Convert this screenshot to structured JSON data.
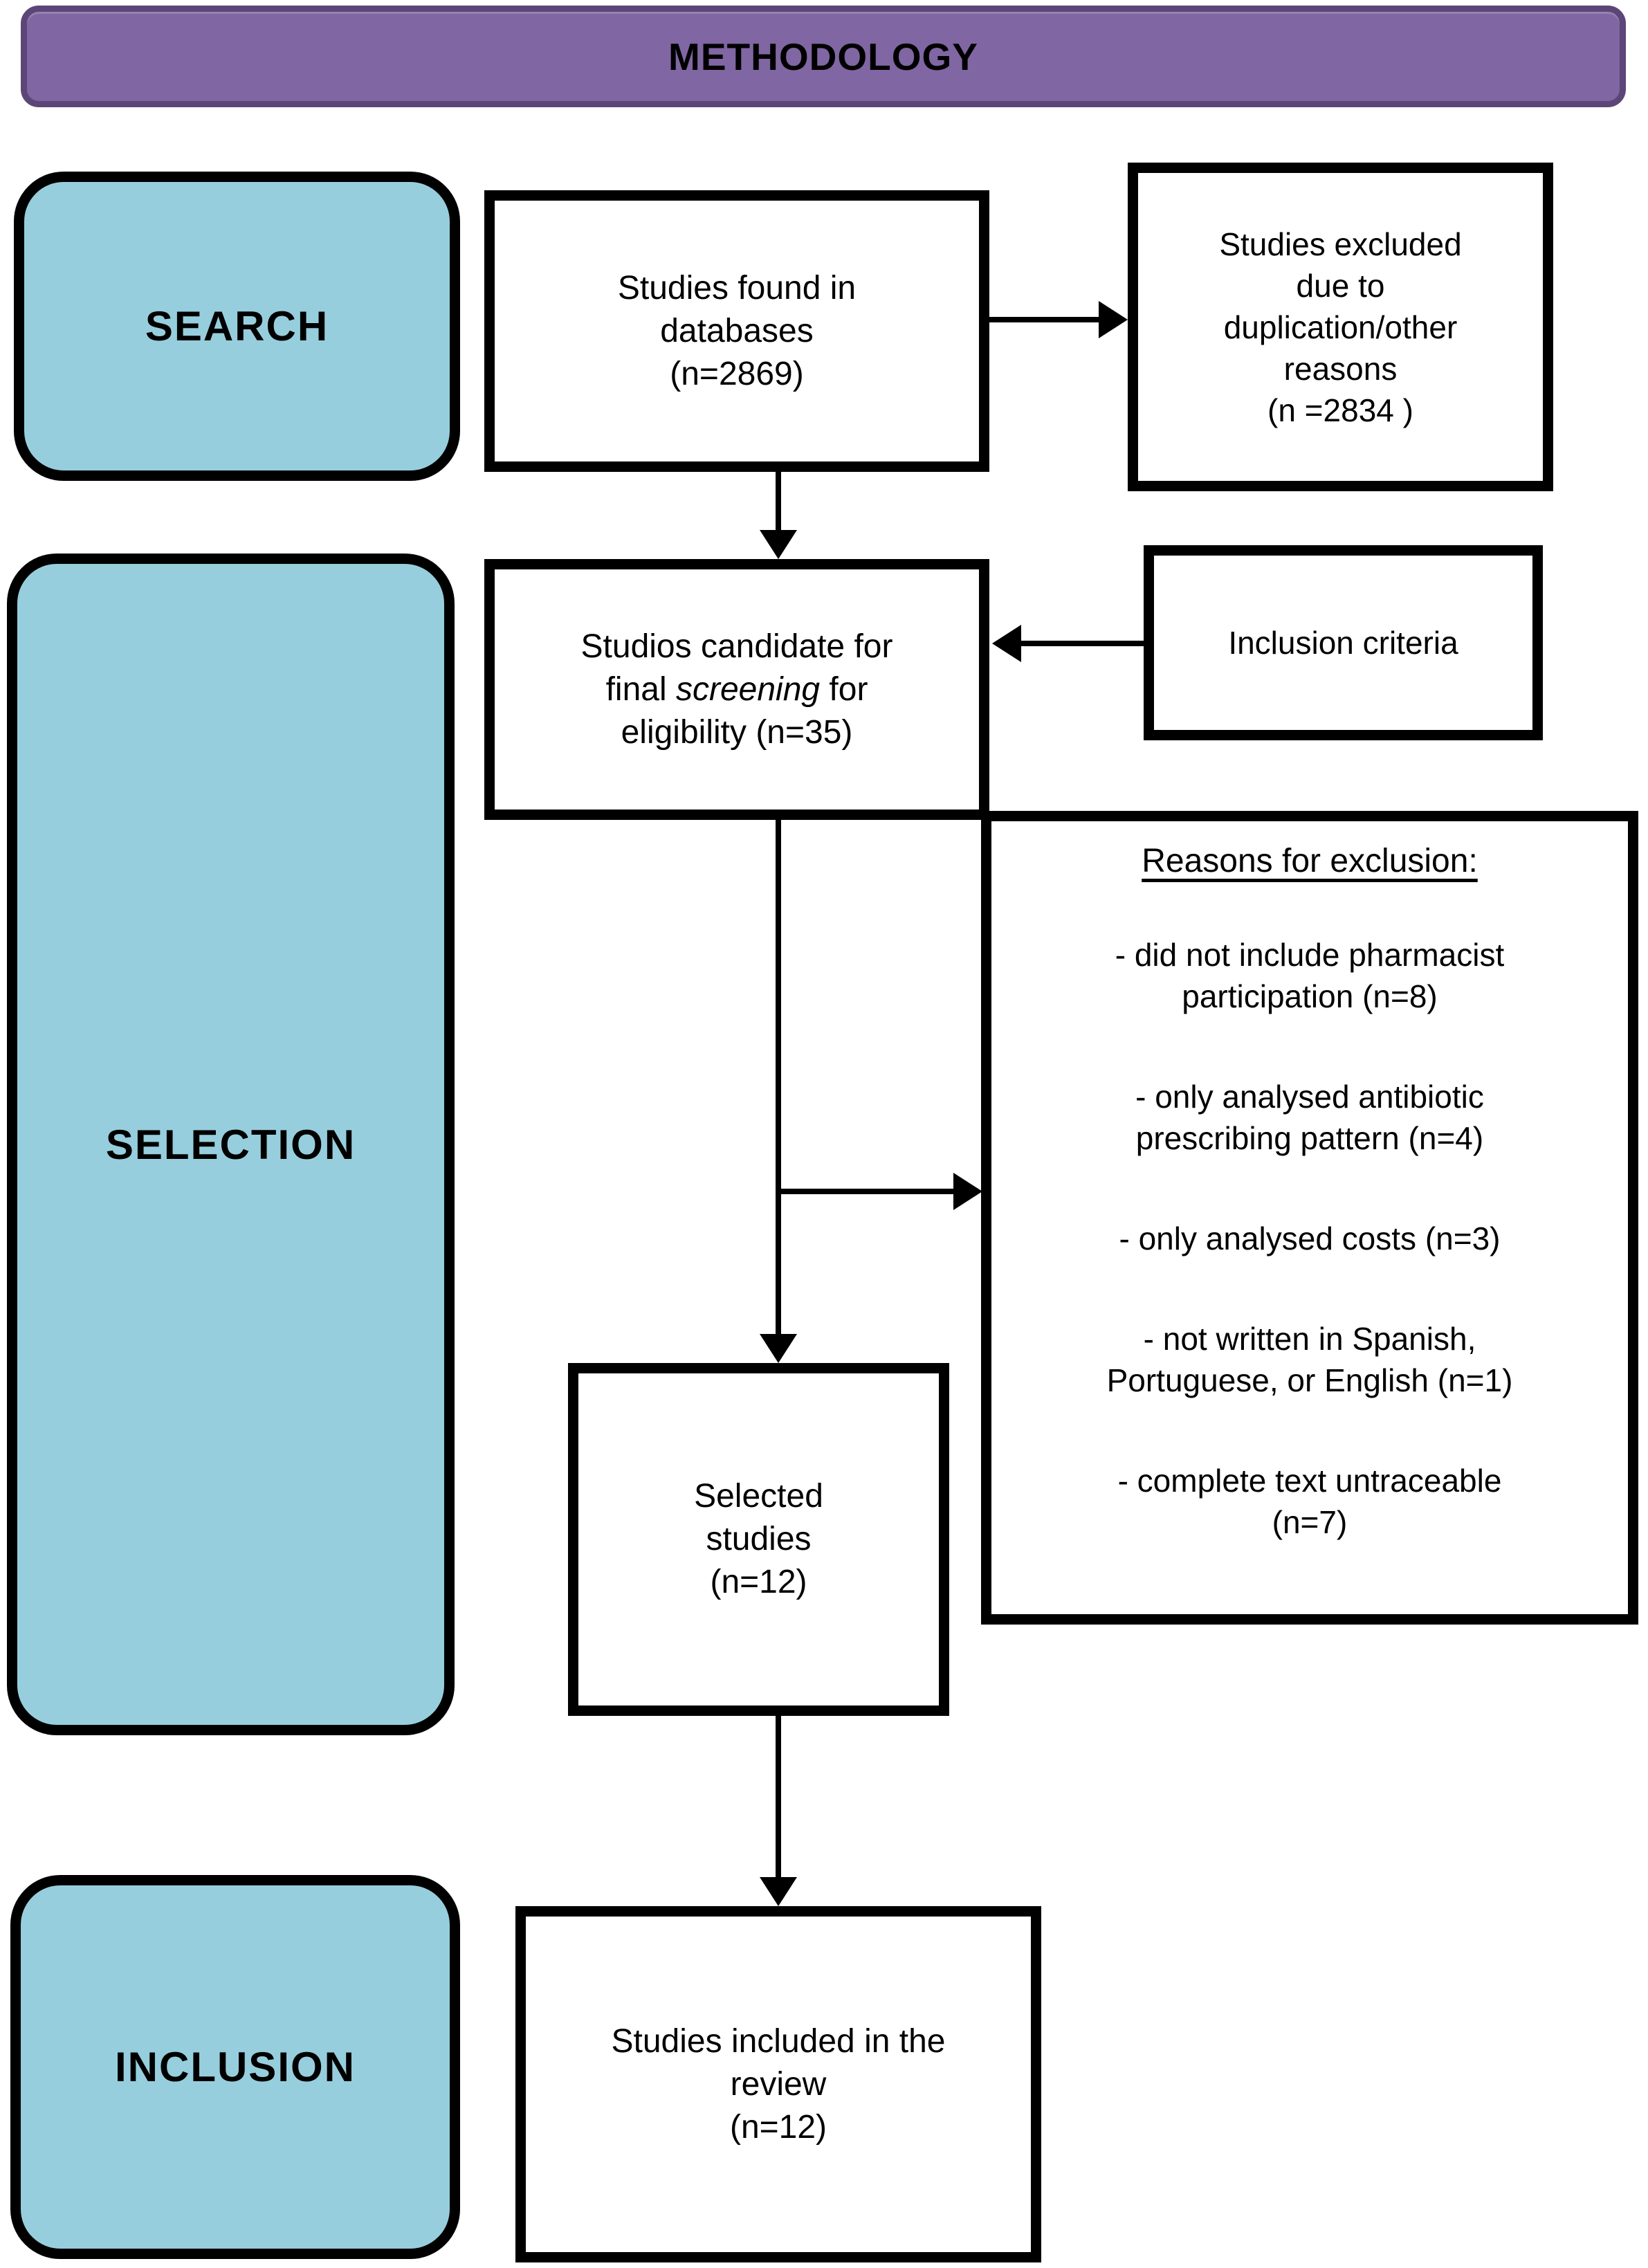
{
  "banner": {
    "title": "METHODOLOGY"
  },
  "lanes": {
    "search": "SEARCH",
    "selection": "SELECTION",
    "inclusion": "INCLUSION"
  },
  "found": {
    "line1": "Studies found in",
    "line2": "databases",
    "line3": "(n=2869)"
  },
  "excluded": {
    "line1": "Studies excluded",
    "line2": "due to",
    "line3": "duplication/other",
    "line4": "reasons",
    "line5": "(n =2834 )"
  },
  "criteria": {
    "label": "Inclusion criteria"
  },
  "candidate": {
    "line1": "Studios candidate for",
    "line2_pre": "final ",
    "line2_italic": "screening",
    "line2_post": " for",
    "line3": "eligibility (n=35)"
  },
  "reasons": {
    "title": "Reasons for exclusion:",
    "items": [
      [
        "- did not include pharmacist",
        "participation (n=8)"
      ],
      [
        "- only analysed antibiotic",
        "prescribing pattern (n=4)"
      ],
      [
        "- only analysed costs (n=3)"
      ],
      [
        "- not written in Spanish,",
        "Portuguese, or English (n=1)"
      ],
      [
        "- complete text untraceable",
        "(n=7)"
      ]
    ]
  },
  "selected": {
    "line1": "Selected",
    "line2": "studies",
    "line3": "(n=12)"
  },
  "included": {
    "line1": "Studies included in the",
    "line2": "review",
    "line3": "(n=12)"
  },
  "colors": {
    "lane_fill": "#97CEDD",
    "banner_fill": "#8066A2",
    "banner_border": "#5C4677",
    "node_border": "#000000",
    "text": "#000000"
  }
}
